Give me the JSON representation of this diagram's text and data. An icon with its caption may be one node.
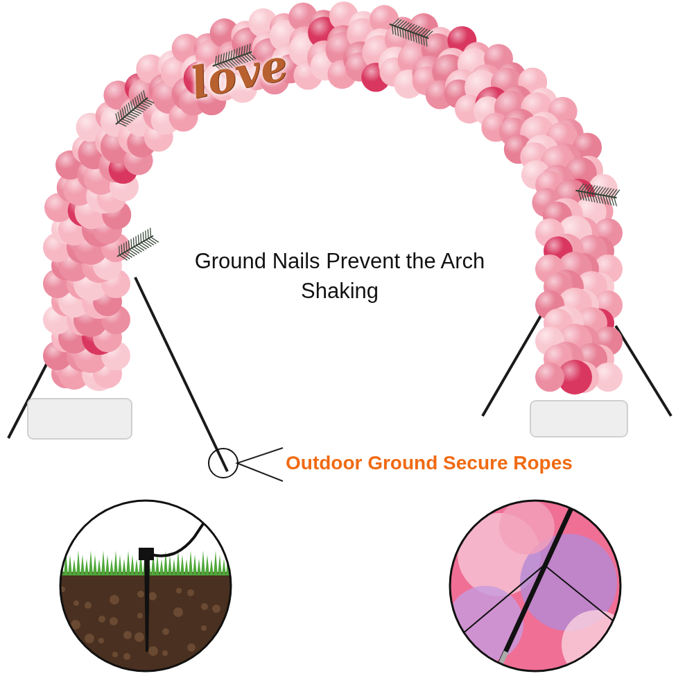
{
  "diagram": {
    "nodes": [
      {
        "text": [
          "Outdoor Ground Secure Ropes"
        ]
      },
      {
        "text": [],
        "shape": "circle"
      }
    ],
    "edges": [
      {
        "from": 0,
        "to": 1,
        "arrow": "none"
      }
    ],
    "labels": [
      "love",
      "Ground Nails Prevent the Arch Shaking"
    ]
  }
}
